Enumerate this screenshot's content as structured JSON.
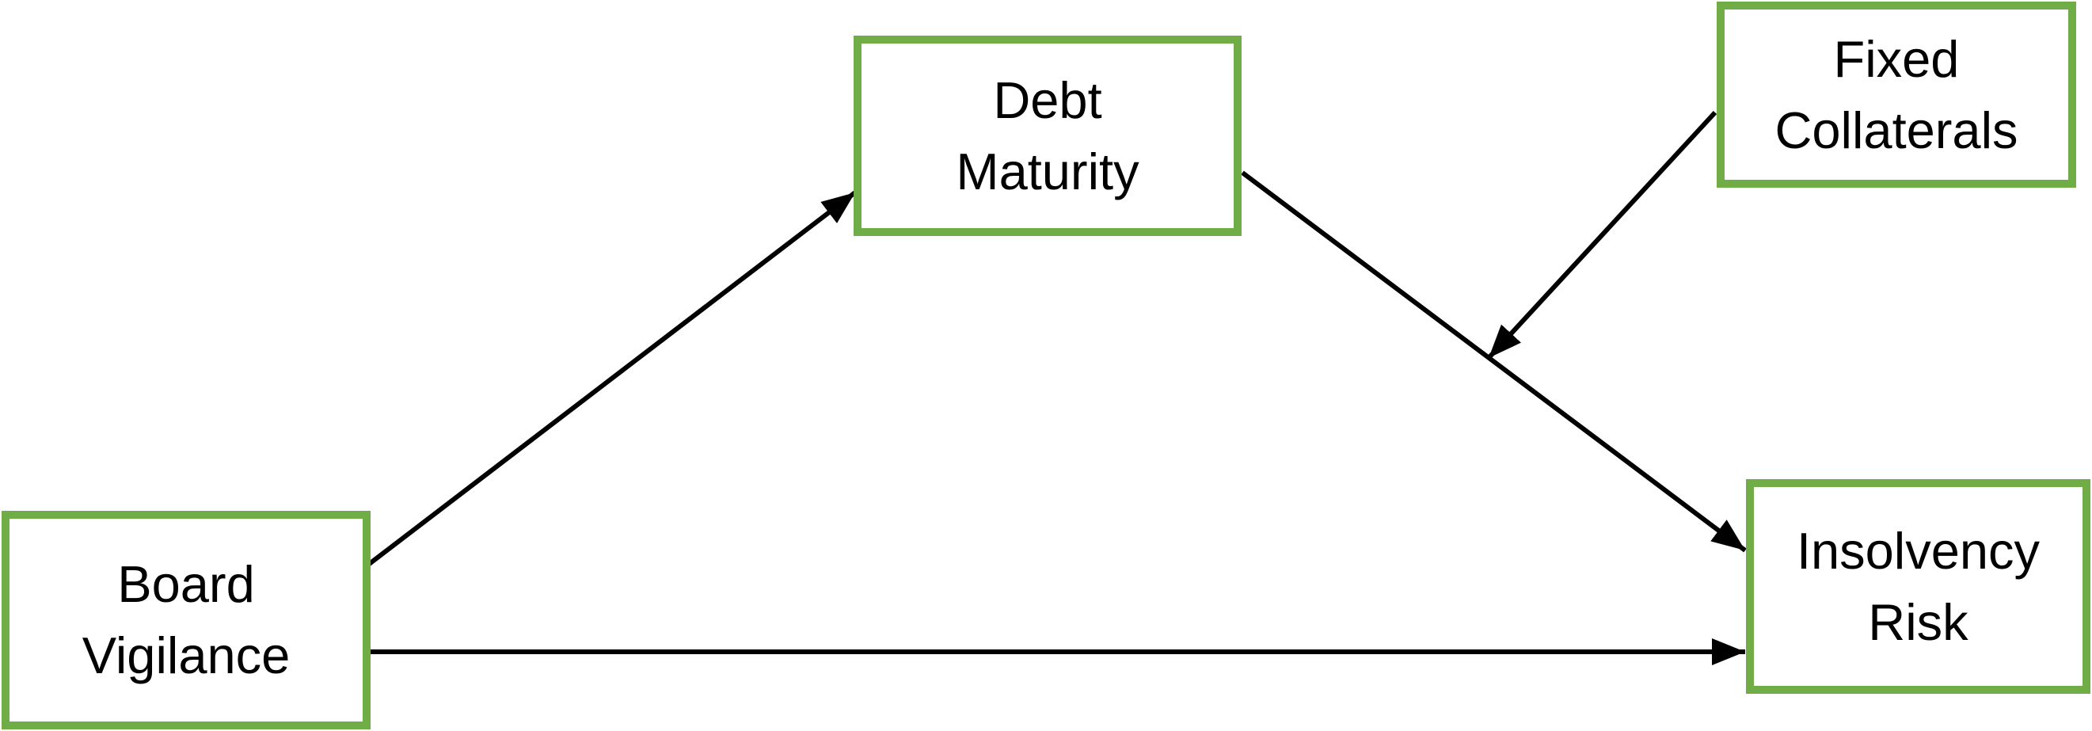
{
  "diagram": {
    "type": "path-model",
    "background_color": "#ffffff",
    "node_border_color": "#70AD47",
    "node_fill_color": "#ffffff",
    "node_text_color": "#000000",
    "arrow_color": "#000000",
    "nodes": [
      {
        "id": "board-vigilance",
        "label": "Board\nVigilance"
      },
      {
        "id": "debt-maturity",
        "label": "Debt\nMaturity"
      },
      {
        "id": "fixed-collaterals",
        "label": "Fixed\nCollaterals"
      },
      {
        "id": "insolvency-risk",
        "label": "Insolvency\nRisk"
      }
    ],
    "edges": [
      {
        "from": "Board Vigilance",
        "to": "Debt Maturity",
        "type": "direct"
      },
      {
        "from": "Debt Maturity",
        "to": "Insolvency Risk",
        "type": "direct"
      },
      {
        "from": "Board Vigilance",
        "to": "Insolvency Risk",
        "type": "direct"
      },
      {
        "from": "Fixed Collaterals",
        "to": "Debt Maturity to Insolvency Risk path",
        "type": "moderation"
      }
    ]
  }
}
